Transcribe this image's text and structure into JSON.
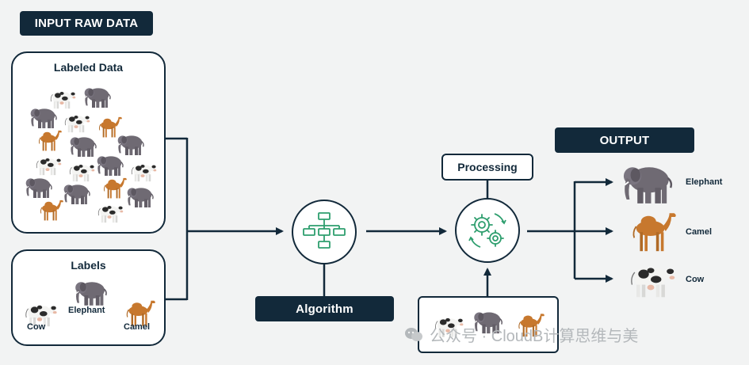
{
  "input_tag": "INPUT RAW DATA",
  "labeled_panel": {
    "title": "Labeled Data"
  },
  "labels_panel": {
    "title": "Labels",
    "items": [
      "Cow",
      "Elephant",
      "Camel"
    ]
  },
  "algorithm": {
    "label": "Algorithm",
    "icon": "flowchart-icon"
  },
  "processing": {
    "label": "Processing",
    "icon": "gears-icon"
  },
  "output": {
    "tag": "OUTPUT",
    "items": [
      "Elephant",
      "Camel",
      "Cow"
    ]
  },
  "watermark": "公众号 · CloudB计算思维与美",
  "colors": {
    "navy": "#12293a",
    "accent_green": "#2e9e6e",
    "background": "#f2f3f3"
  }
}
